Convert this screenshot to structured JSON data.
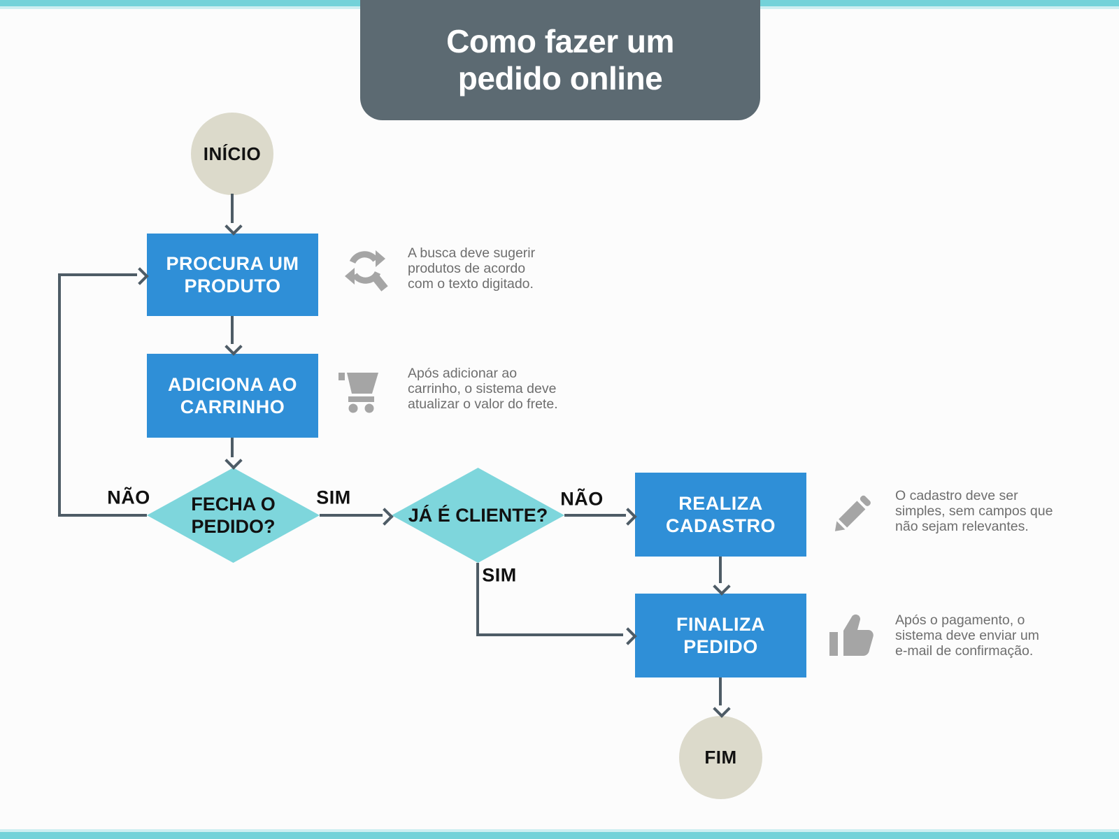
{
  "page": {
    "title_lines": [
      "Como fazer um",
      "pedido online"
    ]
  },
  "colors": {
    "accent_teal": "#73d2d9",
    "title_plate_bg": "#5c6a72",
    "process_blue": "#2f8fd7",
    "decision_teal": "#7ed6dc",
    "terminal_beige": "#dcdacb",
    "arrow_gray": "#4e5c66",
    "icon_gray": "#a5a5a5",
    "note_text_gray": "#6e6e6e"
  },
  "flowchart": {
    "start": {
      "label": "INÍCIO"
    },
    "end": {
      "label": "FIM"
    },
    "processes": [
      {
        "label_lines": [
          "PROCURA UM",
          "PRODUTO"
        ]
      },
      {
        "label_lines": [
          "ADICIONA AO",
          "CARRINHO"
        ]
      },
      {
        "label_lines": [
          "REALIZA",
          "CADASTRO"
        ]
      },
      {
        "label_lines": [
          "FINALIZA",
          "PEDIDO"
        ]
      }
    ],
    "decisions": [
      {
        "label_lines": [
          "FECHA O",
          "PEDIDO?"
        ]
      },
      {
        "label_lines": [
          "JÁ É CLIENTE?"
        ]
      }
    ],
    "edge_labels": {
      "fecha_nao": "NÃO",
      "fecha_sim": "SIM",
      "cliente_nao": "NÃO",
      "cliente_sim": "SIM"
    },
    "notes": [
      {
        "icon": "search-refresh-icon",
        "text_lines": [
          "A busca deve sugerir",
          "produtos de acordo",
          "com o texto digitado."
        ]
      },
      {
        "icon": "cart-icon",
        "text_lines": [
          "Após adicionar ao",
          "carrinho, o sistema deve",
          "atualizar o valor do frete."
        ]
      },
      {
        "icon": "pencil-icon",
        "text_lines": [
          "O cadastro deve ser",
          "simples, sem campos que",
          "não sejam relevantes."
        ]
      },
      {
        "icon": "thumbs-up-icon",
        "text_lines": [
          "Após o pagamento, o",
          "sistema deve enviar um",
          "e-mail de confirmação."
        ]
      }
    ]
  }
}
